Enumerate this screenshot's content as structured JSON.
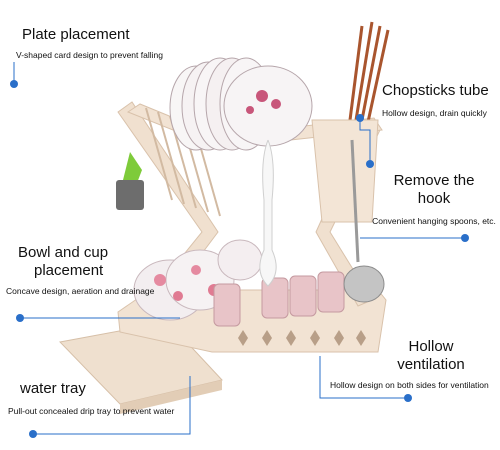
{
  "callouts": {
    "plate": {
      "title": "Plate placement",
      "desc": "V-shaped card design to prevent falling"
    },
    "chopsticks": {
      "title": "Chopsticks tube",
      "desc": "Hollow design, drain quickly"
    },
    "hook": {
      "title_line1": "Remove the",
      "title_line2": "hook",
      "desc": "Convenient hanging spoons, etc."
    },
    "bowl": {
      "title_line1": "Bowl and cup",
      "title_line2": "placement",
      "desc": "Concave design, aeration and drainage"
    },
    "ventilation": {
      "title_line1": "Hollow",
      "title_line2": "ventilation",
      "desc": "Hollow design on both sides for ventilation"
    },
    "tray": {
      "title": "water tray",
      "desc": "Pull-out concealed drip tray to prevent water"
    }
  },
  "colors": {
    "accent": "#2a6fc9",
    "rack": "#eedccb",
    "rack_edge": "#d9c2ab",
    "hook": "#7ecb3a"
  }
}
